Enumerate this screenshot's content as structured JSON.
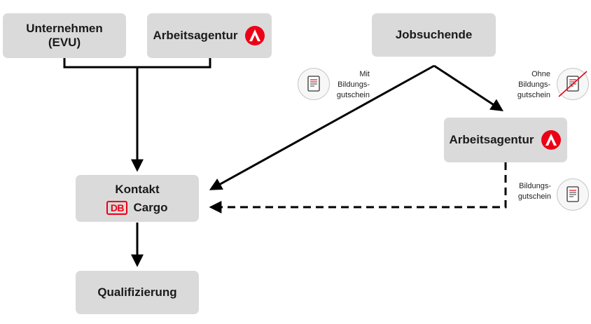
{
  "nodes": {
    "unternehmen": "Unternehmen\n(EVU)",
    "arbeitsagentur_top": "Arbeitsagentur",
    "jobsuchende": "Jobsuchende",
    "arbeitsagentur_right": "Arbeitsagentur",
    "kontakt": "Kontakt",
    "db_logo": "DB",
    "cargo": "Cargo",
    "qualifizierung": "Qualifizierung"
  },
  "notes": {
    "mit": "Mit\nBildungs-\ngutschein",
    "ohne": "Ohne\nBildungs-\ngutschein",
    "bildungsgutschein": "Bildungs-\ngutschein"
  },
  "icons": {
    "ba_logo": "arbeitsagentur-logo",
    "document": "document-icon",
    "document_crossed": "document-crossed-icon"
  },
  "colors": {
    "box": "#dadada",
    "ba_red": "#ec0016",
    "db_red": "#ec0016",
    "line": "#000000"
  }
}
